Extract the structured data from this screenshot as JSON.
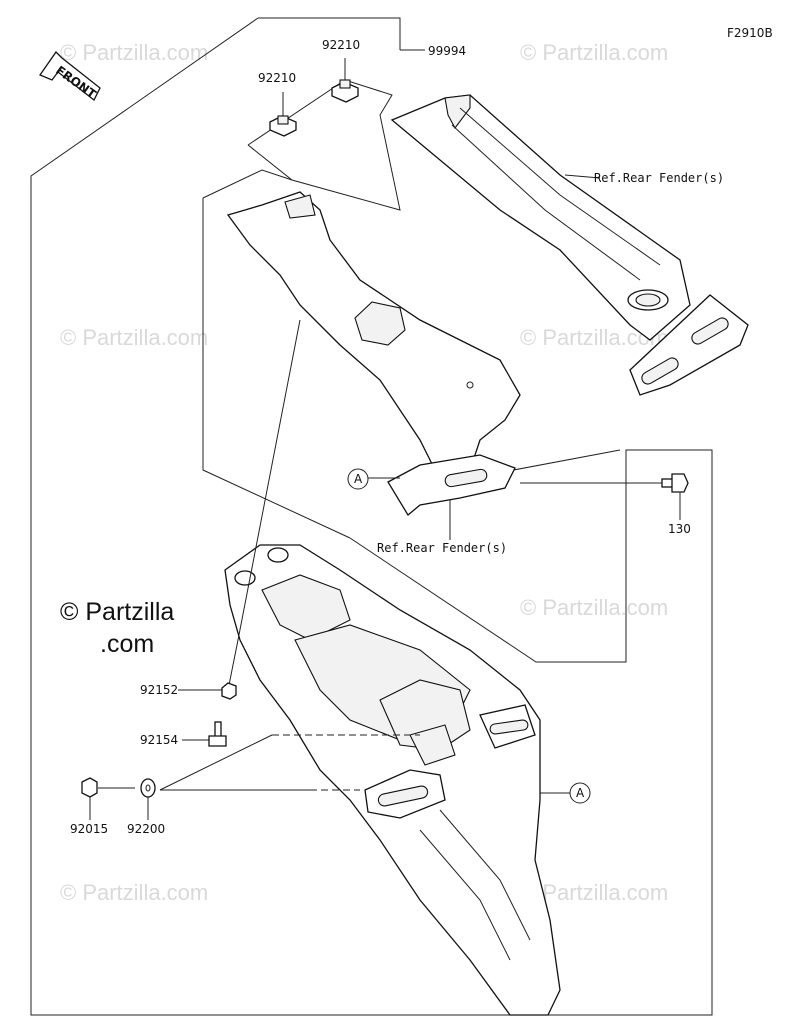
{
  "figure_code": "F2910B",
  "front_label": "FRONT",
  "watermark_text": "© Partzilla.com",
  "main_watermark_text": "© Partzilla.com",
  "callout_a": "A",
  "parts": {
    "p99994": "99994",
    "p92210_a": "92210",
    "p92210_b": "92210",
    "p130": "130",
    "p92152": "92152",
    "p92154": "92154",
    "p92015": "92015",
    "p92200": "92200"
  },
  "refs": {
    "ref_upper": "Ref.Rear Fender(s)",
    "ref_lower": "Ref.Rear Fender(s)"
  }
}
